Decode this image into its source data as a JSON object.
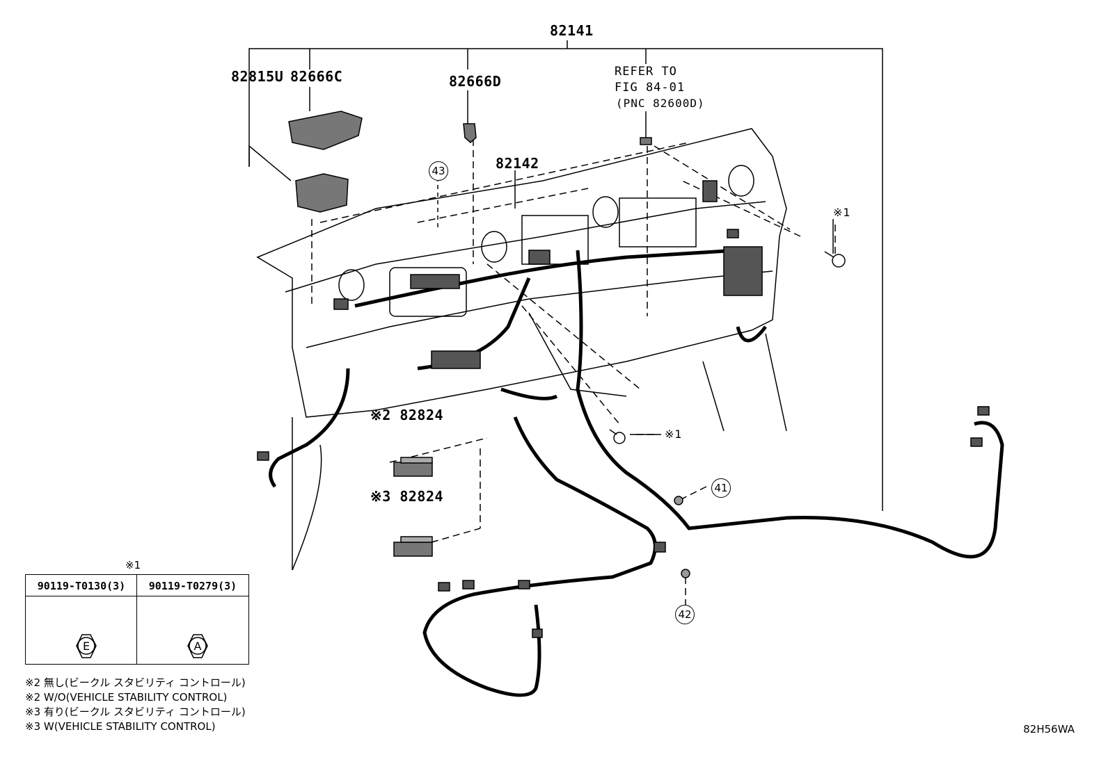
{
  "parts": {
    "p82141": "82141",
    "p82815u": "82815U",
    "p82666c": "82666C",
    "p82666d": "82666D",
    "p82142": "82142",
    "refer_line1": "REFER TO",
    "refer_line2": "FIG 84-01",
    "refer_line3": "(PNC 82600D)",
    "p82824_a": "※2 82824",
    "p82824_b": "※3 82824",
    "bolt_note_right": "※1",
    "bolt_note_center": "※1"
  },
  "callouts": {
    "c43": "43",
    "c41": "41",
    "c42": "42"
  },
  "bolt_table": {
    "note": "※1",
    "columns": [
      {
        "part": "90119-T0130(3)",
        "symbol": "E"
      },
      {
        "part": "90119-T0279(3)",
        "symbol": "A"
      }
    ]
  },
  "legend": [
    "※2 無し(ビークル スタビリティ コントロール)",
    "※2 W/O(VEHICLE STABILITY CONTROL)",
    "※3 有り(ビークル スタビリティ コントロール)",
    "※3 W(VEHICLE STABILITY CONTROL)"
  ],
  "diagram_code": "82H56WA"
}
